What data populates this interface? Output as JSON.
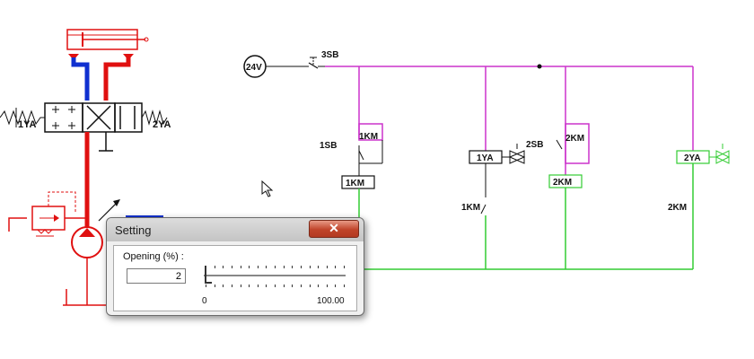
{
  "circuit": {
    "supply_label": "24V",
    "stop_button_label": "3SB",
    "start_button_1_label": "1SB",
    "relay_contact_1_label": "1KM",
    "relay_coil_1_label": "1KM",
    "solenoid_1_coil_label": "1YA",
    "start_button_2_label": "2SB",
    "relay_contact_2_label": "2KM",
    "relay_coil_2_label": "2KM",
    "interlock_1km_label": "1KM",
    "solenoid_2_coil_label": "2YA",
    "interlock_2km_label": "2KM"
  },
  "hydraulic": {
    "solenoid_left_label": "1YA",
    "solenoid_right_label": "2YA"
  },
  "dialog": {
    "title": "Setting",
    "close_symbol": "✕",
    "opening_label": "Opening (%) :",
    "opening_value": "2",
    "slider_min": "0",
    "slider_max": "100.00",
    "slider_value_percent": 2
  },
  "colors": {
    "circuit_magenta": "#cc33cc",
    "circuit_green": "#33cc33",
    "hydraulic_red": "#e01010",
    "hydraulic_blue": "#1030d0"
  }
}
